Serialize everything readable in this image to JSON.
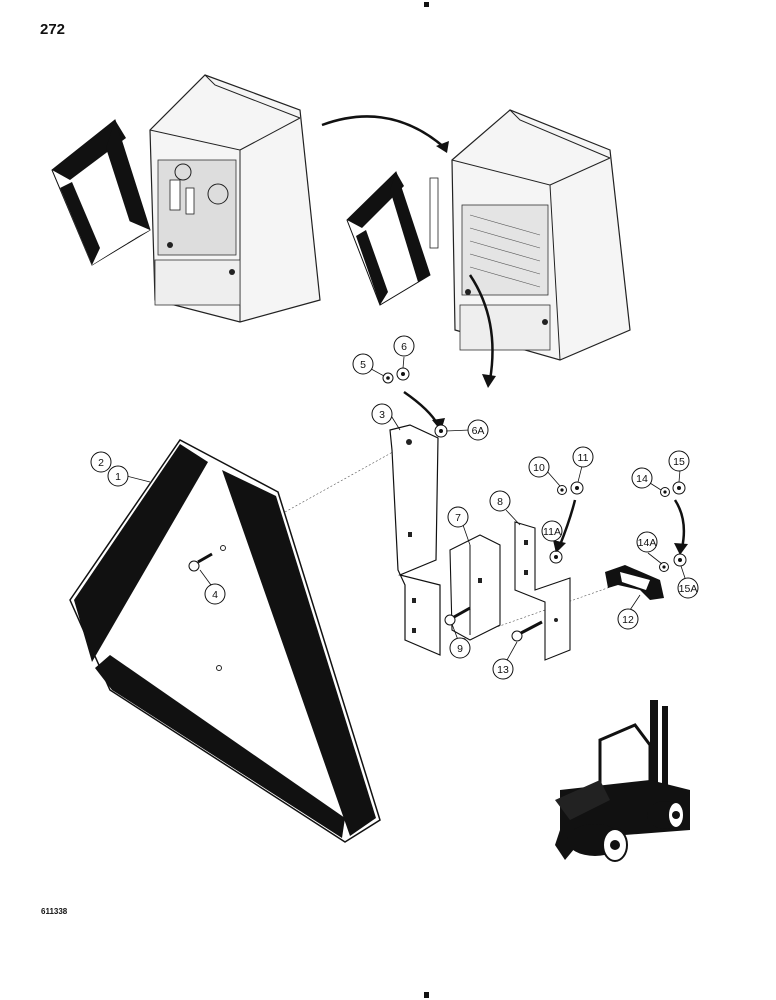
{
  "page_number": "272",
  "figure_id": "611338",
  "callouts": [
    {
      "id": "c1",
      "label": "1"
    },
    {
      "id": "c2",
      "label": "2"
    },
    {
      "id": "c3",
      "label": "3"
    },
    {
      "id": "c4",
      "label": "4"
    },
    {
      "id": "c5",
      "label": "5"
    },
    {
      "id": "c6",
      "label": "6"
    },
    {
      "id": "c6a",
      "label": "6A"
    },
    {
      "id": "c7",
      "label": "7"
    },
    {
      "id": "c8",
      "label": "8"
    },
    {
      "id": "c9",
      "label": "9"
    },
    {
      "id": "c10",
      "label": "10"
    },
    {
      "id": "c11",
      "label": "11"
    },
    {
      "id": "c11a",
      "label": "11A"
    },
    {
      "id": "c12",
      "label": "12"
    },
    {
      "id": "c13",
      "label": "13"
    },
    {
      "id": "c14",
      "label": "14"
    },
    {
      "id": "c14a",
      "label": "14A"
    },
    {
      "id": "c15",
      "label": "15"
    },
    {
      "id": "c15a",
      "label": "15A"
    }
  ]
}
